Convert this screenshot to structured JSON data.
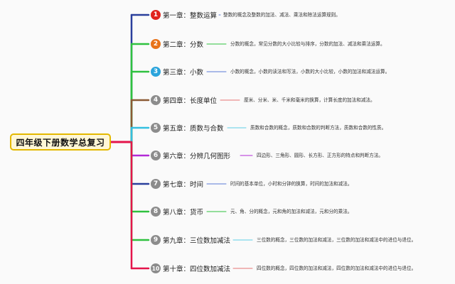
{
  "root": {
    "label": "四年级下册数学总复习",
    "color": "#e3b800",
    "trunk_color": "#e4144a"
  },
  "chapters": [
    {
      "index": "1",
      "title": "第一章：整数运算",
      "description": "整数的概念及整数的加法、减法、乘法和除法运算规则。",
      "badge_color": "#e0231c",
      "branch_color": "#2a3f9c",
      "connector_color": "#5b7bd5"
    },
    {
      "index": "2",
      "title": "第二章：分数",
      "description": "分数的概念，常见分数的大小比较与排序，分数的加法、减法和乘法运算。",
      "badge_color": "#e8731a",
      "branch_color": "#2fc13f",
      "connector_color": "#2fc13f"
    },
    {
      "index": "3",
      "title": "第三章：小数",
      "description": "小数的概念，小数的读法和写法，小数的大小比较，小数的加法和减法运算。",
      "badge_color": "#2aa4dc",
      "branch_color": "#2fc13f",
      "connector_color": "#5b7bd5"
    },
    {
      "index": "4",
      "title": "第四章：长度单位",
      "description": "厘米、分米、米、千米和毫米的换算，计算长度的加法和减法。",
      "badge_color": "#8c8c8c",
      "branch_color": "#8b5a34",
      "connector_color": "#e57373"
    },
    {
      "index": "5",
      "title": "第五章：质数与合数",
      "description": "质数和合数的概念，质数和合数的判断方法，质数和合数的性质。",
      "badge_color": "#8c8c8c",
      "branch_color": "#33bfe0",
      "connector_color": "#5ccfe6"
    },
    {
      "index": "6",
      "title": "第六章：分辨几何图形",
      "description": "四边形、三角形、圆形、长方形、正方形的特点和判断方法。",
      "badge_color": "#8c8c8c",
      "branch_color": "#b22ad6",
      "connector_color": "#b22ad6"
    },
    {
      "index": "7",
      "title": "第七章：时间",
      "description": "时间的基本单位，小时和分钟的换算，时间的加法和减法。",
      "badge_color": "#8c8c8c",
      "branch_color": "#2a3f9c",
      "connector_color": "#5b7bd5"
    },
    {
      "index": "8",
      "title": "第八章：货币",
      "description": "元、角、分的概念，元和角的加法和减法，元和分的乘法。",
      "badge_color": "#8c8c8c",
      "branch_color": "#2fc13f",
      "connector_color": "#2fc13f"
    },
    {
      "index": "9",
      "title": "第九章：三位数加减法",
      "description": "三位数的概念，三位数的加法和减法，三位数的加法和减法中的进位与退位。",
      "badge_color": "#8c8c8c",
      "branch_color": "#2fc13f",
      "connector_color": "#5ccfe6"
    },
    {
      "index": "10",
      "title": "第十章：四位数加减法",
      "description": "四位数的概念，四位数的加法和减法，四位数的加法和减法中的进位与退位。",
      "badge_color": "#8c8c8c",
      "branch_color": "#e4144a",
      "connector_color": "#e57373"
    }
  ]
}
